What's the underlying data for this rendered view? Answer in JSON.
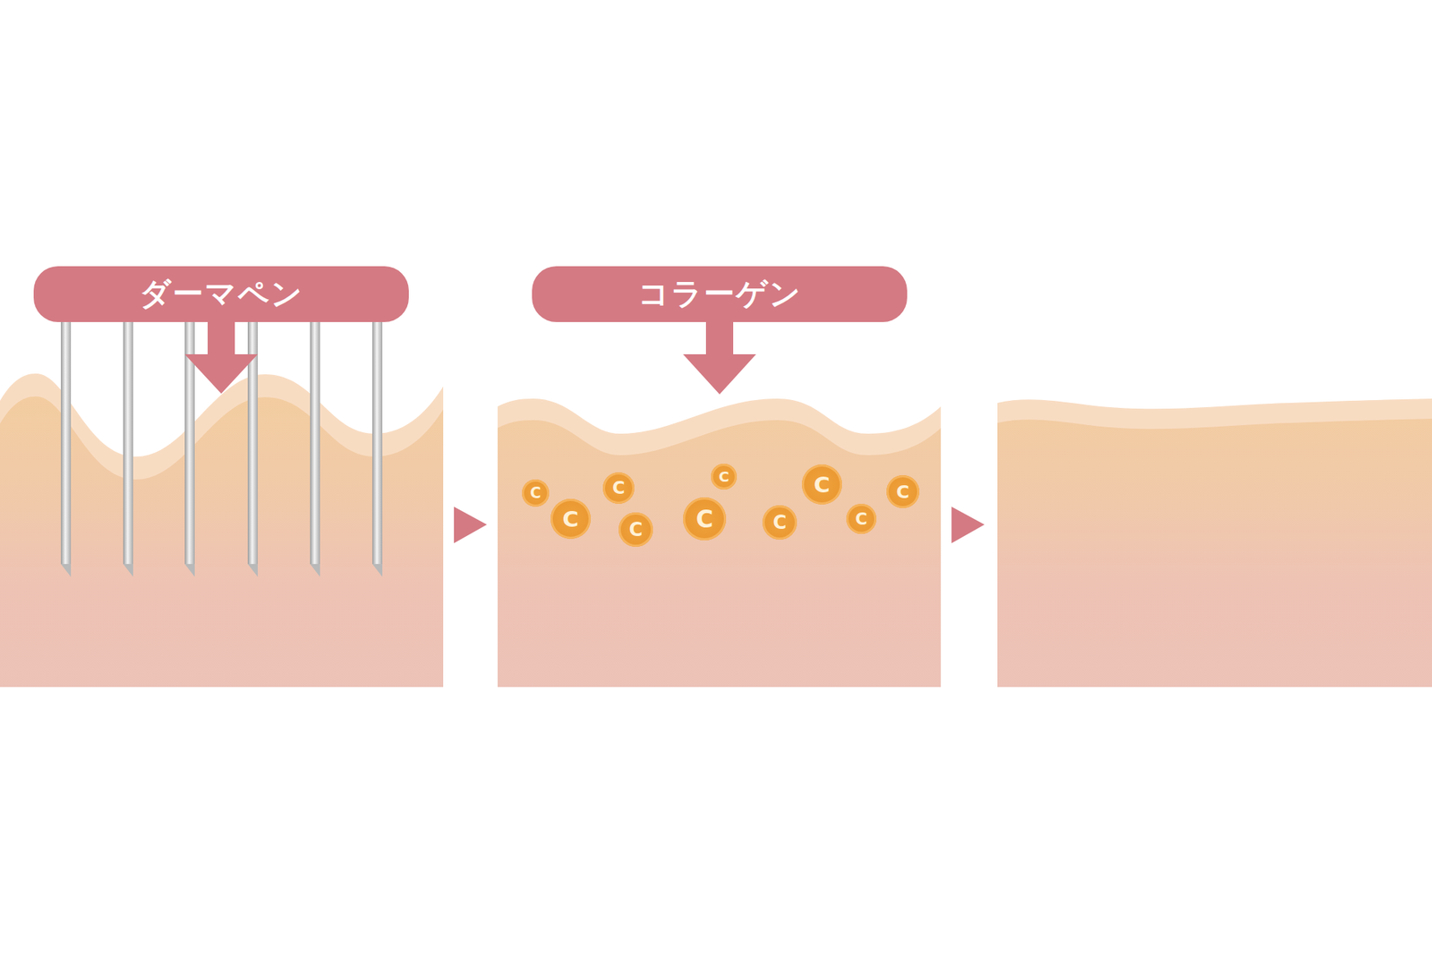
{
  "diagram": {
    "nodes": [
      {
        "text": [
          "ダーマペン"
        ]
      },
      {
        "text": [
          "コラーゲン"
        ]
      },
      {
        "text": [
          "C"
        ]
      },
      {
        "text": [
          "C"
        ]
      },
      {
        "text": [
          "C"
        ]
      },
      {
        "text": [
          "C"
        ]
      },
      {
        "text": [
          "C"
        ]
      },
      {
        "text": [
          "C"
        ]
      },
      {
        "text": [
          "C"
        ]
      },
      {
        "text": [
          "C"
        ]
      },
      {
        "text": [
          "C"
        ]
      },
      {
        "text": [
          "C"
        ]
      }
    ]
  }
}
